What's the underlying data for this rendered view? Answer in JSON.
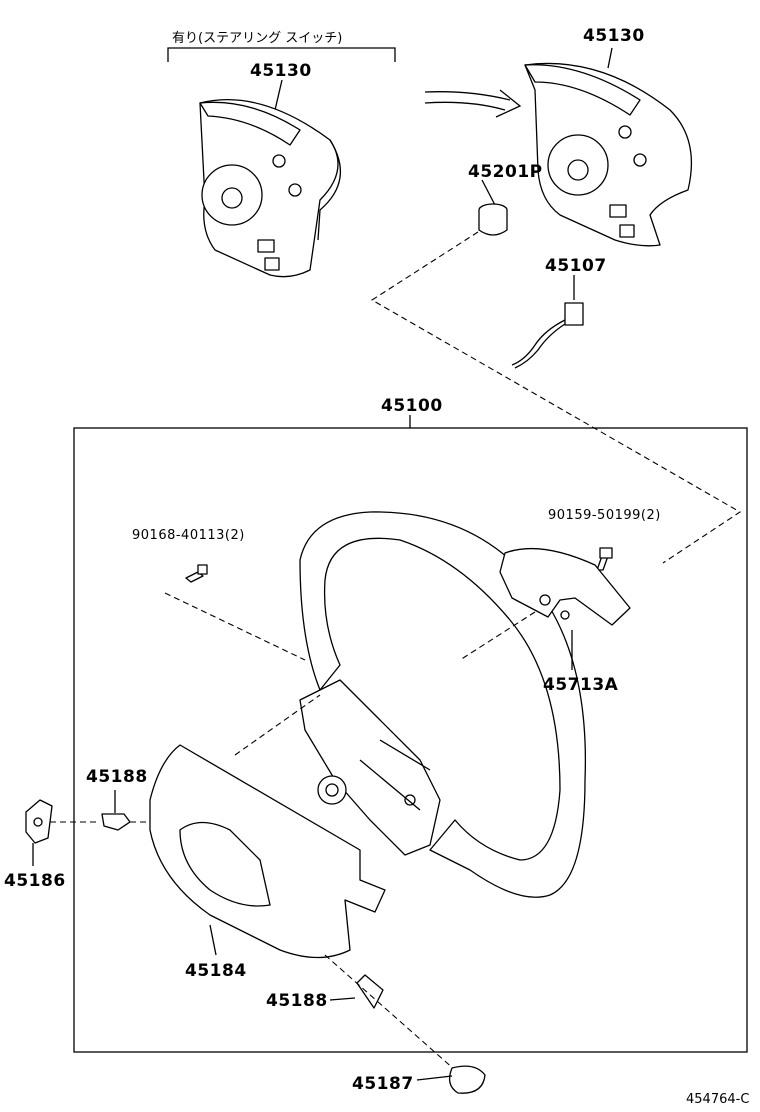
{
  "labels": {
    "variant_note": "有り(ステアリング スイッチ)",
    "airbag_left": "45130",
    "airbag_right": "45130",
    "spacer": "45201P",
    "harness": "45107",
    "wheel_assy": "45100",
    "screw_left": "90168-40113(2)",
    "screw_right": "90159-50199(2)",
    "bracket": "45713A",
    "clip_upper": "45188",
    "cover_small": "45186",
    "lower_cover": "45184",
    "clip_lower": "45188",
    "cap": "45187",
    "diagram_code": "454764-C"
  }
}
